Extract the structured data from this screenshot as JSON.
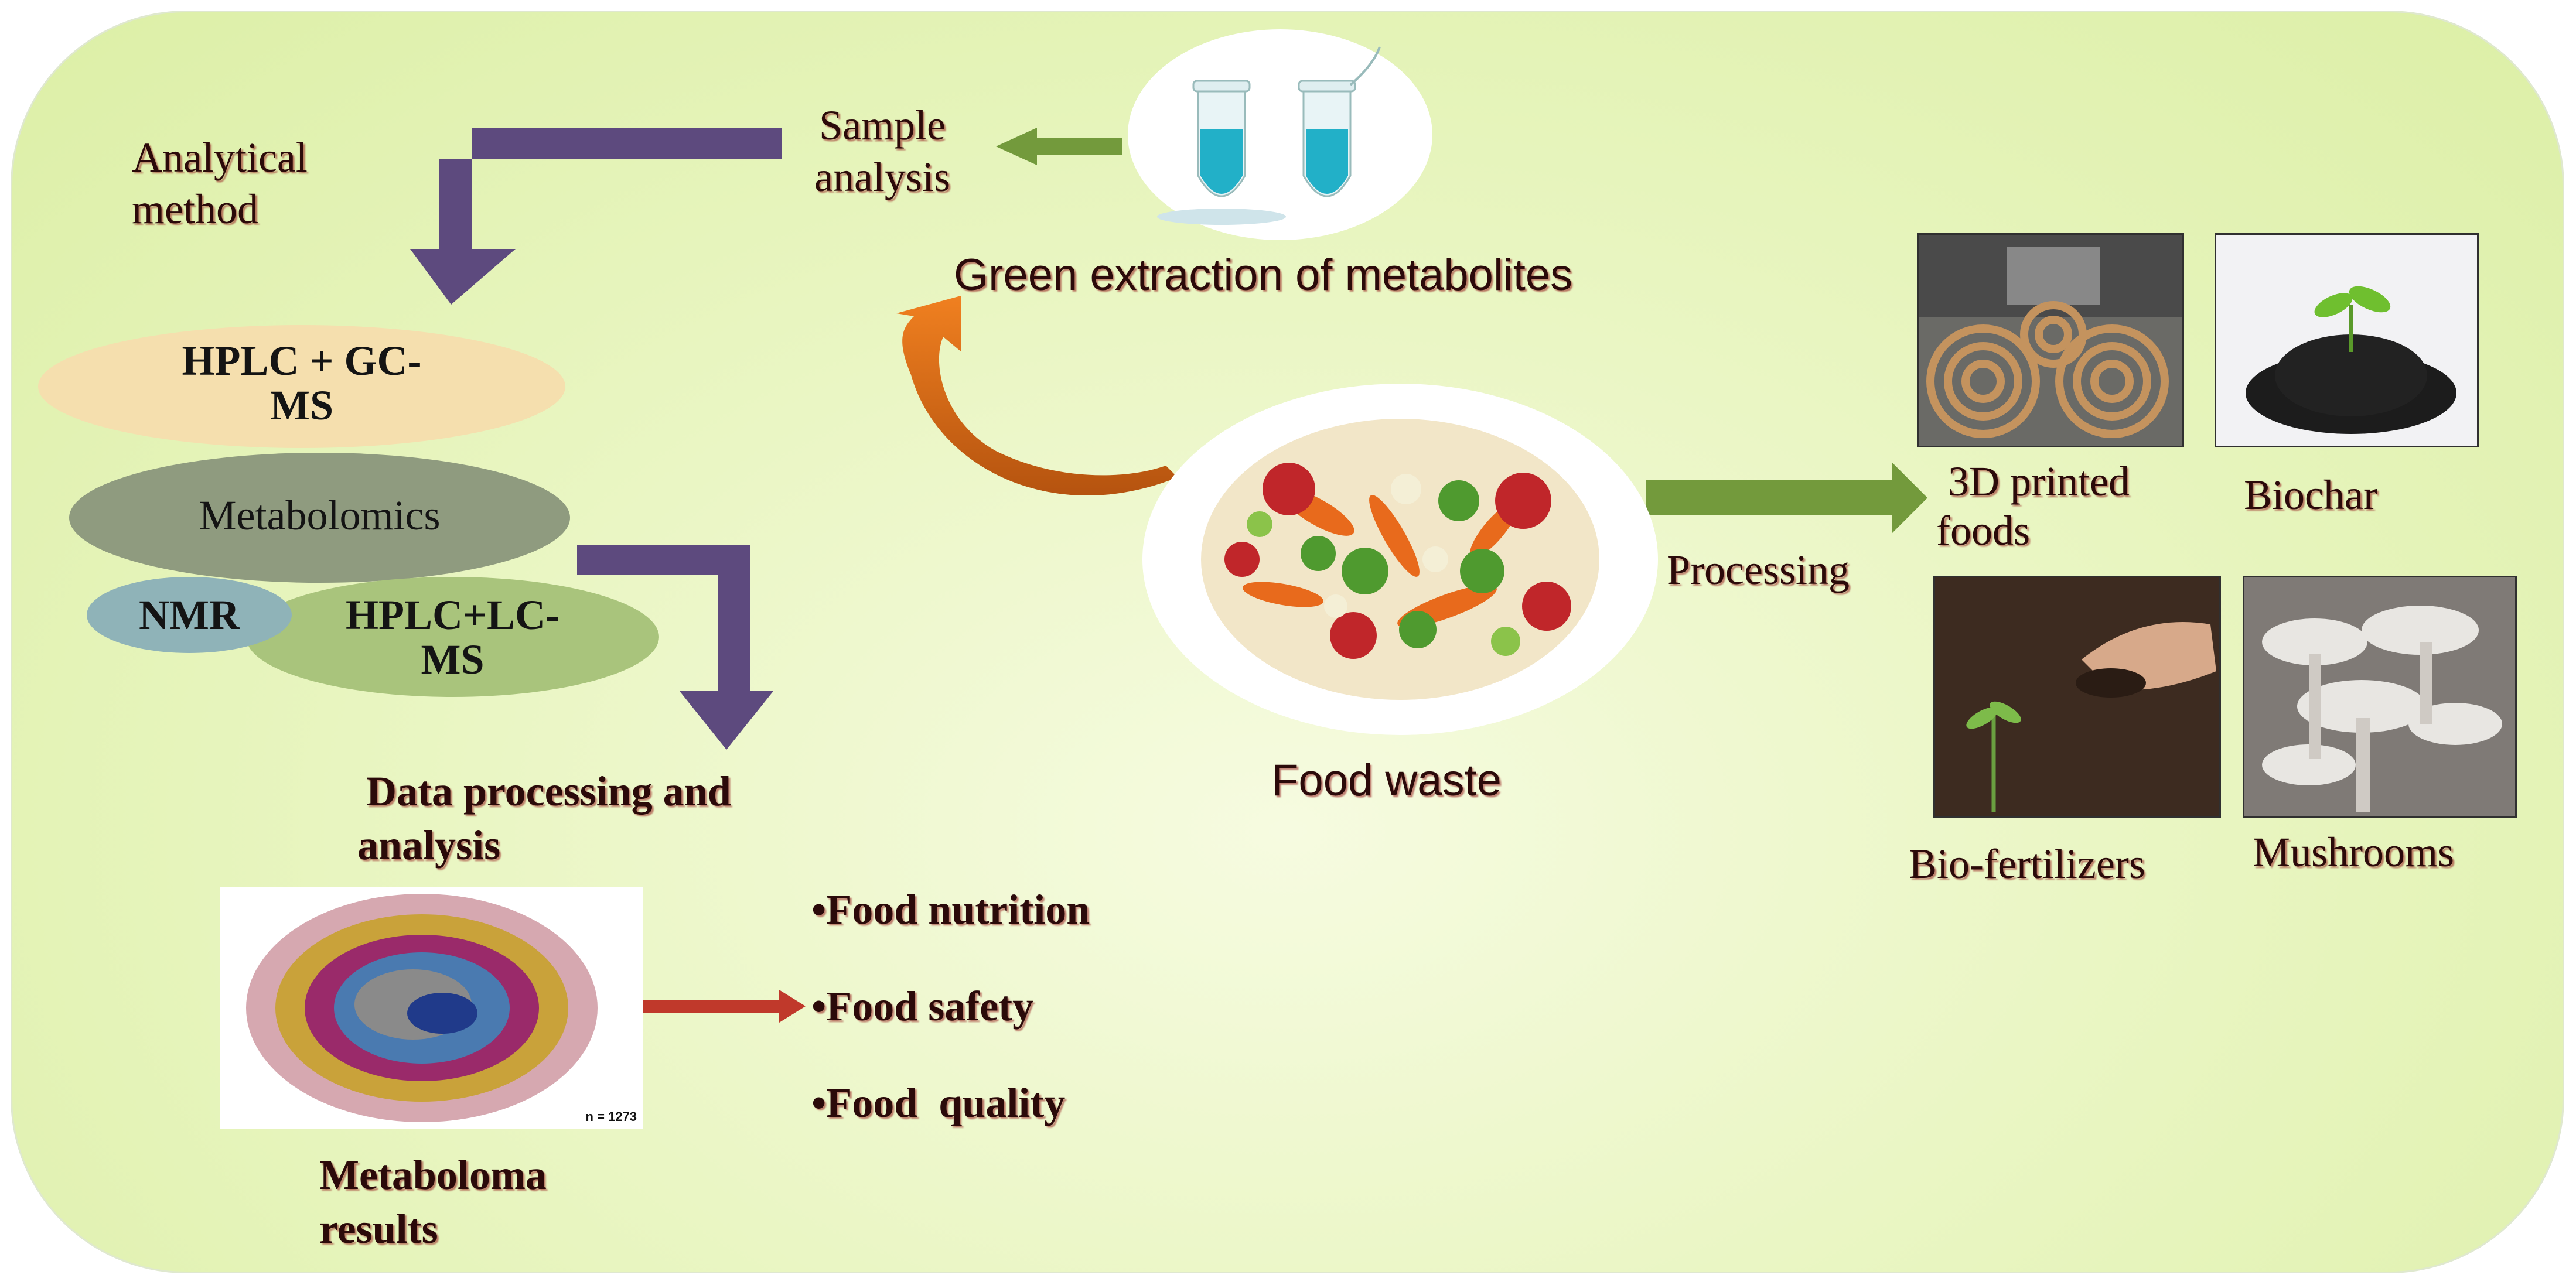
{
  "labels": {
    "sample_analysis": [
      "Sample",
      "analysis"
    ],
    "analytical_method": [
      "Analytical",
      "method"
    ],
    "green_extraction": "Green extraction of metabolites",
    "food_waste": "Food waste",
    "processing": "Processing",
    "data_processing": [
      "Data processing and",
      "analysis"
    ],
    "metaboloma_results": [
      "Metaboloma",
      "results"
    ],
    "network_count": "n = 1273"
  },
  "methods": {
    "hplc_gc": [
      "HPLC + GC-",
      "MS"
    ],
    "metabolomics": "Metabolomics",
    "nmr": "NMR",
    "hplc_lc": [
      "HPLC+LC-",
      "MS"
    ]
  },
  "outcomes": [
    "•Food nutrition",
    "•Food safety",
    "•Food  quality"
  ],
  "products": {
    "printed": [
      "3D printed",
      "foods"
    ],
    "biochar": "Biochar",
    "fertilizers": "Bio-fertilizers",
    "mushrooms": "Mushrooms"
  },
  "colors": {
    "purple_arrow": "#5d4a7e",
    "green_arrow": "#739a3c",
    "orange_arrow": "#d86a1a",
    "red_arrow": "#c0392b",
    "panel_bg": "#e4f3b6"
  }
}
